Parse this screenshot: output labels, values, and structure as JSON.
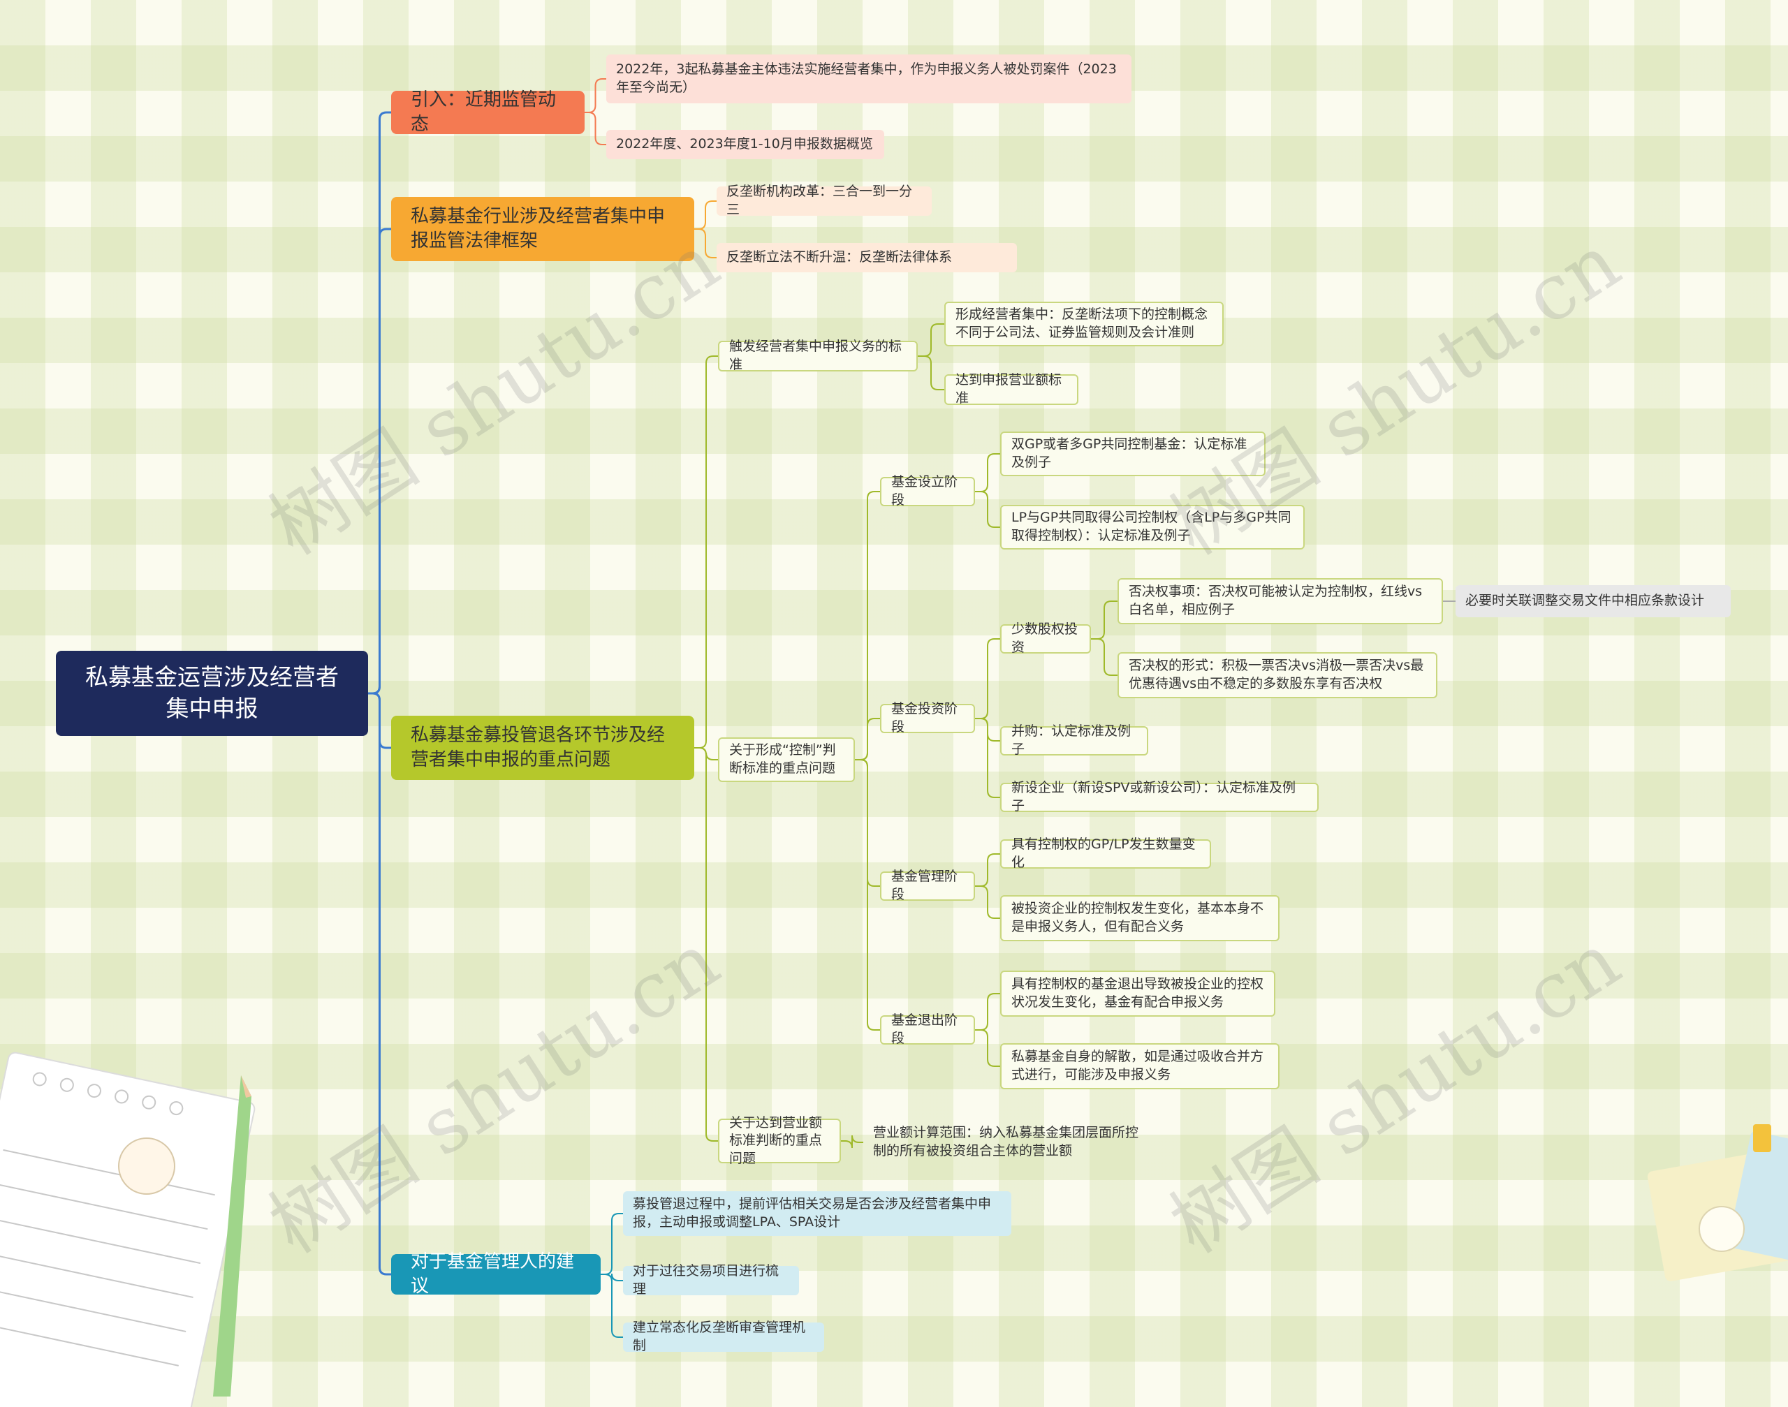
{
  "root": {
    "label": "私募基金运营涉及经营者集中申报"
  },
  "branches": [
    {
      "label": "引入：近期监管动态",
      "color": "#f47a52",
      "children": [
        {
          "label": "2022年，3起私募基金主体违法实施经营者集中，作为申报义务人被处罚案件（2023年至今尚无）"
        },
        {
          "label": "2022年度、2023年度1-10月申报数据概览"
        }
      ]
    },
    {
      "label": "私募基金行业涉及经营者集中申报监管法律框架",
      "color": "#f7a832",
      "children": [
        {
          "label": "反垄断机构改革：三合一到一分三"
        },
        {
          "label": "反垄断立法不断升温：反垄断法律体系"
        }
      ]
    },
    {
      "label": "私募基金募投管退各环节涉及经营者集中申报的重点问题",
      "color": "#b5c82b",
      "children": [
        {
          "label": "触发经营者集中申报义务的标准",
          "children": [
            {
              "label": "形成经营者集中：反垄断法项下的控制概念不同于公司法、证券监管规则及会计准则"
            },
            {
              "label": "达到申报营业额标准"
            }
          ]
        },
        {
          "label": "关于形成“控制”判断标准的重点问题",
          "children": [
            {
              "label": "基金设立阶段",
              "children": [
                {
                  "label": "双GP或者多GP共同控制基金：认定标准及例子"
                },
                {
                  "label": "LP与GP共同取得公司控制权（含LP与多GP共同取得控制权）：认定标准及例子"
                }
              ]
            },
            {
              "label": "基金投资阶段",
              "children": [
                {
                  "label": "少数股权投资",
                  "children": [
                    {
                      "label": "否决权事项：否决权可能被认定为控制权，红线vs白名单，相应例子",
                      "note": "必要时关联调整交易文件中相应条款设计"
                    },
                    {
                      "label": "否决权的形式：积极一票否决vs消极一票否决vs最优惠待遇vs由不稳定的多数股东享有否决权"
                    }
                  ]
                },
                {
                  "label": "并购：认定标准及例子"
                },
                {
                  "label": "新设企业（新设SPV或新设公司）：认定标准及例子"
                }
              ]
            },
            {
              "label": "基金管理阶段",
              "children": [
                {
                  "label": "具有控制权的GP/LP发生数量变化"
                },
                {
                  "label": "被投资企业的控制权发生变化，基本本身不是申报义务人，但有配合义务"
                }
              ]
            },
            {
              "label": "基金退出阶段",
              "children": [
                {
                  "label": "具有控制权的基金退出导致被投企业的控权状况发生变化，基金有配合申报义务"
                },
                {
                  "label": "私募基金自身的解散，如是通过吸收合并方式进行，可能涉及申报义务"
                }
              ]
            }
          ]
        },
        {
          "label": "关于达到营业额标准判断的重点问题",
          "children": [
            {
              "label": "营业额计算范围：纳入私募基金集团层面所控制的所有被投资组合主体的营业额"
            }
          ]
        }
      ]
    },
    {
      "label": "对于基金管理人的建议",
      "color": "#1997b6",
      "children": [
        {
          "label": "募投管退过程中，提前评估相关交易是否会涉及经营者集中申报，主动申报或调整LPA、SPA设计"
        },
        {
          "label": "对于过往交易项目进行梳理"
        },
        {
          "label": "建立常态化反垄断审查管理机制"
        }
      ]
    }
  ],
  "watermark": "树图 shutu.cn",
  "line_colors": {
    "root": "#3a7ad0",
    "b1": "#f47a52",
    "b2": "#f7a832",
    "b3": "#9fb92a",
    "b4": "#1997b6"
  }
}
